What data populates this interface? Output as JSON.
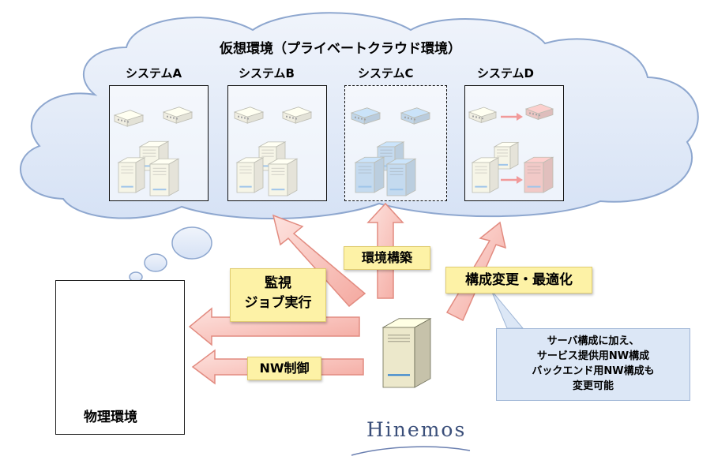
{
  "cloud": {
    "title": "仮想環境（プライベートクラウド環境）"
  },
  "systems": [
    {
      "label": "システムA",
      "style": "beige"
    },
    {
      "label": "システムB",
      "style": "beige"
    },
    {
      "label": "システムC",
      "style": "blue"
    },
    {
      "label": "システムD",
      "style": "beige-to-red"
    }
  ],
  "actions": {
    "build": "環境構築",
    "change": "構成変更・最適化",
    "monitor_line1": "監視",
    "monitor_line2": "ジョブ実行",
    "nw_control": "NW制御"
  },
  "callout": {
    "line1": "サーバ構成に加え、",
    "line2": "サービス提供用NW構成",
    "line3": "バックエンド用NW構成も",
    "line4": "変更可能"
  },
  "physical": {
    "label": "物理環境"
  },
  "brand": {
    "logo_text": "Hinemos"
  },
  "colors": {
    "cloud_fill": "#dfe8f7",
    "cloud_stroke": "#8ea7cf",
    "arrow_fill": "#f7b7b0",
    "arrow_stroke": "#e6867c",
    "label_fill": "#fdf2a6",
    "server_beige": "#f1edcf",
    "server_blue": "#7fb2e0",
    "server_red": "#e58a86"
  }
}
